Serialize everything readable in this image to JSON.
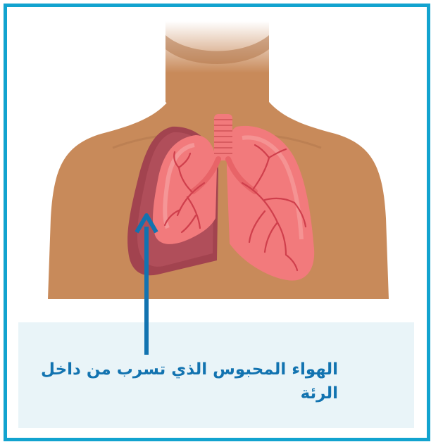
{
  "caption": "الهواء المحبوس الذي تسرب من داخل الرئة",
  "colors": {
    "frame_border": "#12a3cf",
    "skin": "#c88a5a",
    "lung": "#f27a7c",
    "trapped_air": "#a2434f",
    "arrow": "#1273b0",
    "caption_text": "#1273b0",
    "caption_bg": "#e9f4f8"
  },
  "icons": [
    "torso-illustration",
    "trachea",
    "left-lung",
    "right-lung",
    "trapped-air-region",
    "pointer-arrow"
  ]
}
